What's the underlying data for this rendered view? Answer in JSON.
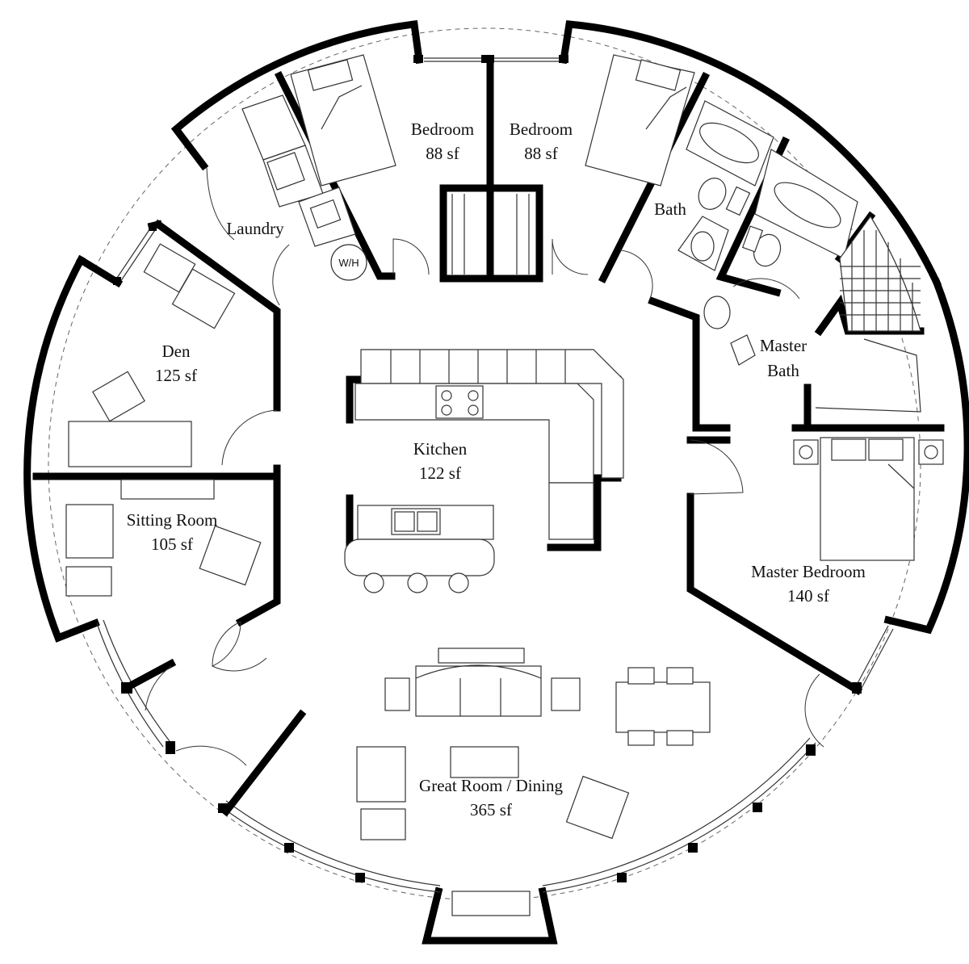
{
  "rooms": {
    "bedroom_1": {
      "name": "Bedroom",
      "area": "88 sf"
    },
    "bedroom_2": {
      "name": "Bedroom",
      "area": "88 sf"
    },
    "bath": {
      "name": "Bath"
    },
    "laundry": {
      "name": "Laundry"
    },
    "den": {
      "name": "Den",
      "area": "125 sf"
    },
    "kitchen": {
      "name": "Kitchen",
      "area": "122 sf"
    },
    "master_bath": {
      "name_line1": "Master",
      "name_line2": "Bath"
    },
    "master_bedroom": {
      "name": "Master Bedroom",
      "area": "140 sf"
    },
    "sitting_room": {
      "name": "Sitting Room",
      "area": "105 sf"
    },
    "great_room": {
      "name": "Great Room / Dining",
      "area": "365 sf"
    }
  },
  "fixtures": {
    "water_heater": "W/H"
  }
}
